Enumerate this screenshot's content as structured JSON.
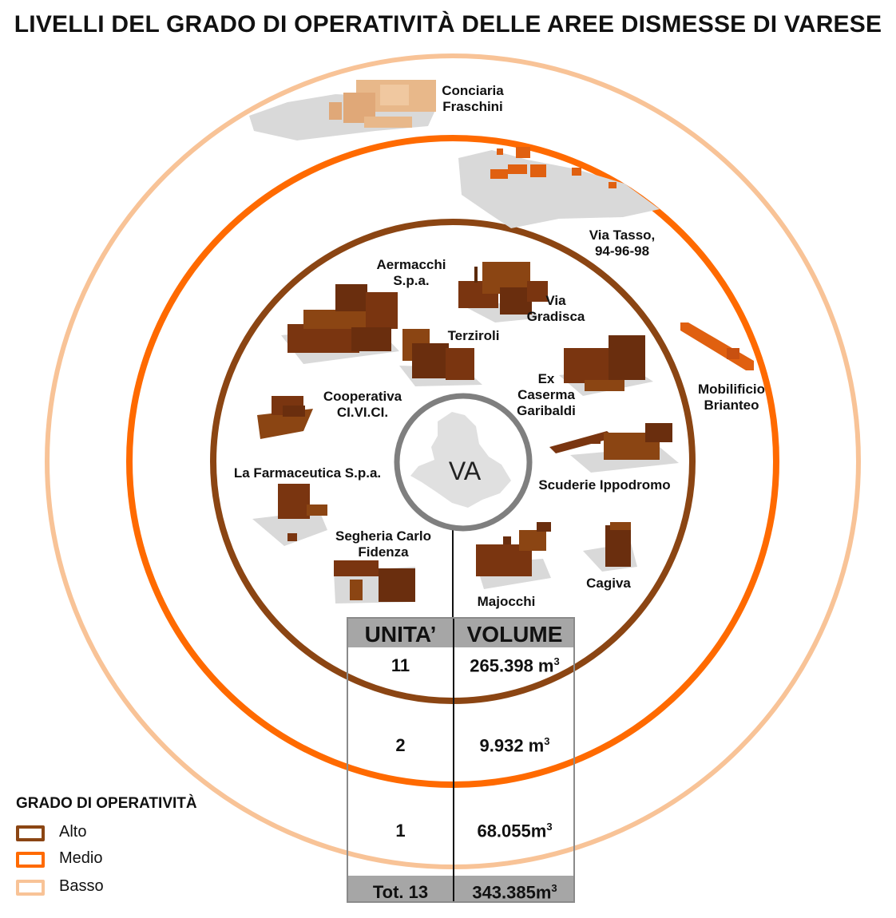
{
  "title": "LIVELLI DEL GRADO DI OPERATIVITÀ DELLE AREE DISMESSE DI VARESE",
  "center_label": "VA",
  "colors": {
    "alto": "#8b4513",
    "medio": "#ff6a00",
    "basso": "#f8c397",
    "building": "#7a3510",
    "building_light": "#e8b88a",
    "footprint": "#d9d9d9",
    "city_ring": "#7f7f7f"
  },
  "areas": {
    "conciaria": "Conciaria\nFraschini",
    "via_tasso": "Via Tasso,\n94-96-98",
    "mobilificio": "Mobilificio\nBrianteo",
    "aermacchi": "Aermacchi\nS.p.a.",
    "via_gradisca": "Via\nGradisca",
    "terziroli": "Terziroli",
    "ex_caserma": "Ex\nCaserma\nGaribaldi",
    "cooperativa": "Cooperativa\nCI.VI.CI.",
    "farmaceutica": "La Farmaceutica S.p.a.",
    "scuderie": "Scuderie Ippodromo",
    "segheria": "Segheria Carlo\nFidenza",
    "majocchi": "Majocchi",
    "cagiva": "Cagiva"
  },
  "table": {
    "headers": [
      "UNITA’",
      "VOLUME"
    ],
    "rows": [
      {
        "units": "11",
        "volume": "265.398 m",
        "sup": "3"
      },
      {
        "units": "2",
        "volume": "9.932 m",
        "sup": "3"
      },
      {
        "units": "1",
        "volume": "68.055m",
        "sup": "3"
      }
    ],
    "total": {
      "units": "Tot. 13",
      "volume": "343.385m",
      "sup": "3"
    }
  },
  "legend": {
    "title": "GRADO DI OPERATIVITÀ",
    "items": [
      {
        "label": "Alto",
        "color": "#8b4513"
      },
      {
        "label": "Medio",
        "color": "#ff6a00"
      },
      {
        "label": "Basso",
        "color": "#f8c397"
      }
    ]
  }
}
